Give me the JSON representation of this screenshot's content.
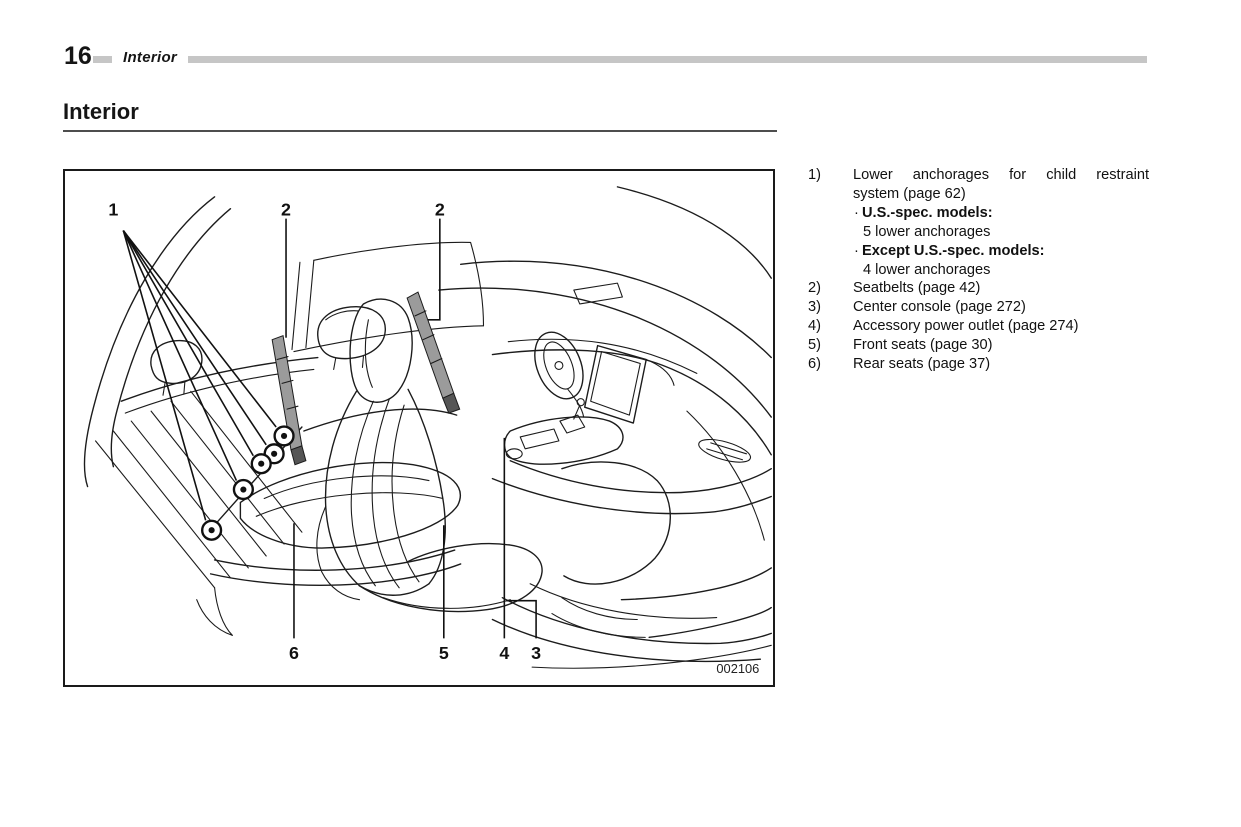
{
  "page": {
    "number": "16",
    "header_section": "Interior",
    "title": "Interior"
  },
  "figure": {
    "code": "002106",
    "callouts": {
      "top": [
        "1",
        "2",
        "2"
      ],
      "bottom": [
        "6",
        "5",
        "4",
        "3"
      ]
    },
    "colors": {
      "line": "#1c1c1c",
      "seatbelt_gray": "#9b9b9b",
      "band_gray": "#c6c6c6",
      "rule_gray": "#4d4d4d"
    }
  },
  "legend": {
    "bullet_char": "·",
    "items": [
      {
        "num": "1)",
        "line1": "Lower anchorages for child restraint",
        "line2": "system (page 62)",
        "bullets": [
          {
            "label": "U.S.-spec. models:",
            "value": "5 lower anchorages"
          },
          {
            "label": "Except U.S.-spec. models:",
            "value": "4 lower anchorages"
          }
        ]
      },
      {
        "num": "2)",
        "text": "Seatbelts (page 42)"
      },
      {
        "num": "3)",
        "text": "Center console (page 272)"
      },
      {
        "num": "4)",
        "text": "Accessory power outlet (page 274)"
      },
      {
        "num": "5)",
        "text": "Front seats (page 30)"
      },
      {
        "num": "6)",
        "text": "Rear seats (page 37)"
      }
    ]
  }
}
